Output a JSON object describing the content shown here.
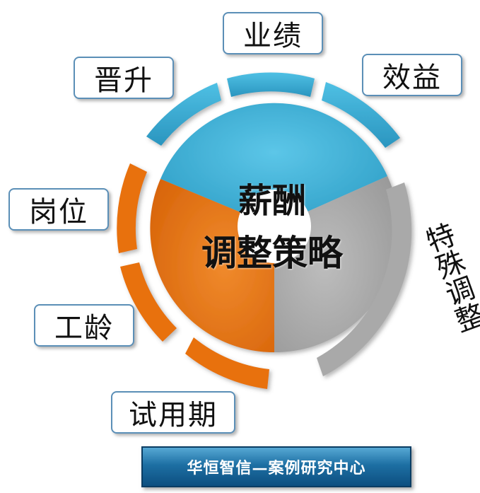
{
  "center": {
    "line1": "薪酬",
    "line2": "调整策略"
  },
  "labels": {
    "performance": "业绩",
    "benefit": "效益",
    "promotion": "晋升",
    "position": "岗位",
    "seniority": "工龄",
    "probation": "试用期",
    "special": "特殊调整"
  },
  "footer": {
    "text": "华恒智信—案例研究中心"
  },
  "colors": {
    "blue": "#35acd3",
    "orange": "#e8710f",
    "gray": "#a9a9a9"
  }
}
